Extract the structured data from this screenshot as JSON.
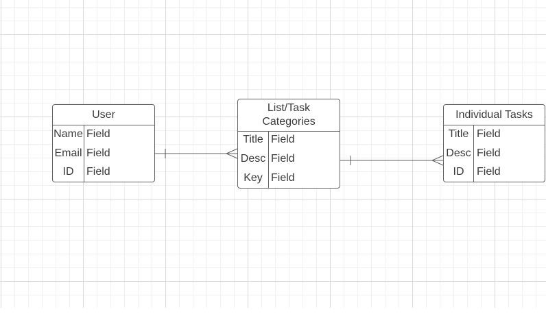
{
  "entities": {
    "user": {
      "title": "User",
      "rows": [
        {
          "key": "Name",
          "value": "Field"
        },
        {
          "key": "Email",
          "value": "Field"
        },
        {
          "key": "ID",
          "value": "Field"
        }
      ]
    },
    "categories": {
      "title_line1": "List/Task",
      "title_line2": "Categories",
      "rows": [
        {
          "key": "Title",
          "value": "Field"
        },
        {
          "key": "Desc",
          "value": "Field"
        },
        {
          "key": "Key",
          "value": "Field"
        }
      ]
    },
    "tasks": {
      "title": "Individual Tasks",
      "rows": [
        {
          "key": "Title",
          "value": "Field"
        },
        {
          "key": "Desc",
          "value": "Field"
        },
        {
          "key": "ID",
          "value": "Field"
        }
      ]
    }
  },
  "relationships": [
    {
      "from": "User",
      "to": "List/Task Categories",
      "from_cardinality": "one",
      "to_cardinality": "many"
    },
    {
      "from": "List/Task Categories",
      "to": "Individual Tasks",
      "from_cardinality": "one",
      "to_cardinality": "many"
    }
  ],
  "colors": {
    "border": "#5f5f5f",
    "text": "#3a3a3a",
    "grid_major": "#d9d9d9",
    "grid_minor": "#f0f0f0"
  }
}
